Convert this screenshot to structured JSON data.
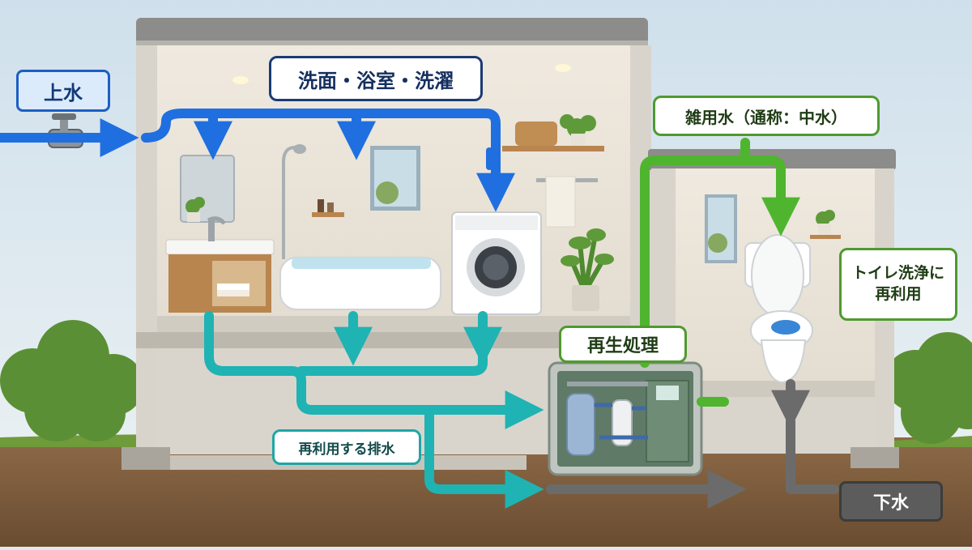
{
  "labels": {
    "water_supply": "上水",
    "bath_area": "洗面・浴室・洗濯",
    "gray_water": "雑用水（通称：中水）",
    "toilet_reuse_line1": "トイレ洗浄に",
    "toilet_reuse_line2": "再利用",
    "treatment": "再生処理",
    "reusable_drain": "再利用する排水",
    "sewer": "下水"
  },
  "flows": [
    {
      "name": "water-supply",
      "color": "#1f6fe0"
    },
    {
      "name": "reusable-drainage",
      "color": "#1fb3b3"
    },
    {
      "name": "gray-water",
      "color": "#4fb52f"
    },
    {
      "name": "sewer",
      "color": "#6b6b6b"
    }
  ],
  "icons": [
    "faucet-valve-icon",
    "sink-icon",
    "bathtub-icon",
    "shower-icon",
    "washing-machine-icon",
    "toilet-icon",
    "treatment-unit-icon",
    "plant-icon"
  ]
}
